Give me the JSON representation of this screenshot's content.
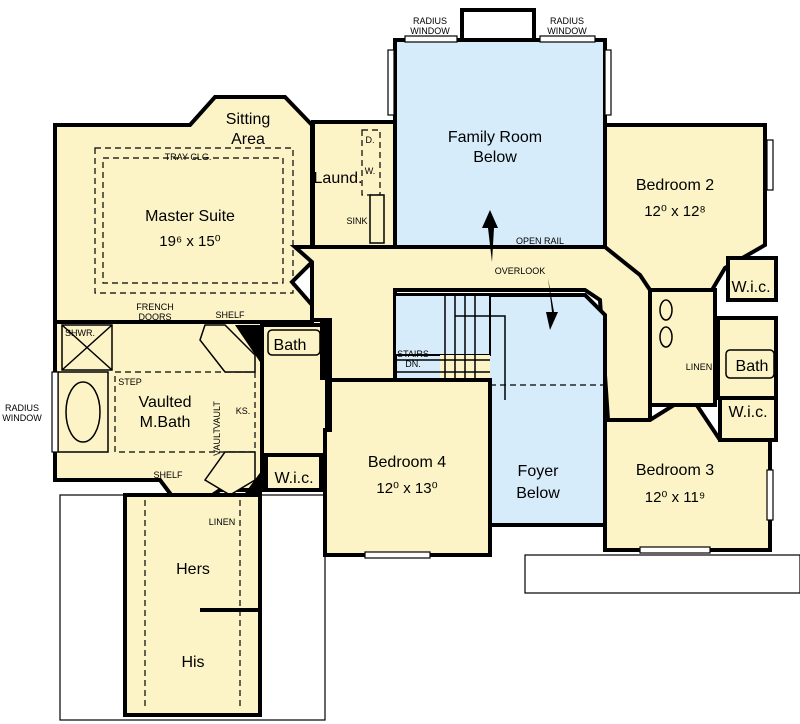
{
  "colors": {
    "living_space": "#fcf4c6",
    "open_to_below": "#d7ecfb",
    "walls": "#000000"
  },
  "rooms": {
    "master_suite": {
      "name": "Master Suite",
      "dims": "19⁶ x 15⁰"
    },
    "sitting_area": {
      "name_line1": "Sitting",
      "name_line2": "Area"
    },
    "laundry": {
      "name": "Laund."
    },
    "family_room": {
      "name_line1": "Family Room",
      "name_line2": "Below"
    },
    "bedroom2": {
      "name": "Bedroom 2",
      "dims": "12⁰ x 12⁸"
    },
    "bedroom3": {
      "name": "Bedroom 3",
      "dims": "12⁰ x 11⁹"
    },
    "bedroom4": {
      "name": "Bedroom 4",
      "dims": "12⁰ x 13⁰"
    },
    "foyer": {
      "name_line1": "Foyer",
      "name_line2": "Below"
    },
    "master_bath": {
      "name_line1": "Vaulted",
      "name_line2": "M.Bath"
    },
    "hers": {
      "name": "Hers"
    },
    "his": {
      "name": "His"
    },
    "bath_center": {
      "name": "Bath"
    },
    "bath_right": {
      "name": "Bath"
    },
    "wic_center": {
      "name": "W.i.c."
    },
    "wic_right_top": {
      "name": "W.i.c."
    },
    "wic_right_bottom": {
      "name": "W.i.c."
    }
  },
  "notes": {
    "tray_ceiling": "TRAY CLG.",
    "radius_window_line1": "RADIUS",
    "radius_window_line2": "WINDOW",
    "french_doors_line1": "FRENCH",
    "french_doors_line2": "DOORS",
    "shelf": "SHELF",
    "shower": "SHWR.",
    "step": "STEP",
    "vault": "VAULT",
    "ks": "KS.",
    "linen": "LINEN",
    "sink": "SINK",
    "dryer": "D.",
    "washer": "W.",
    "open_rail": "OPEN RAIL",
    "overlook": "OVERLOOK",
    "stairs_line1": "STAIRS",
    "stairs_line2": "DN."
  }
}
